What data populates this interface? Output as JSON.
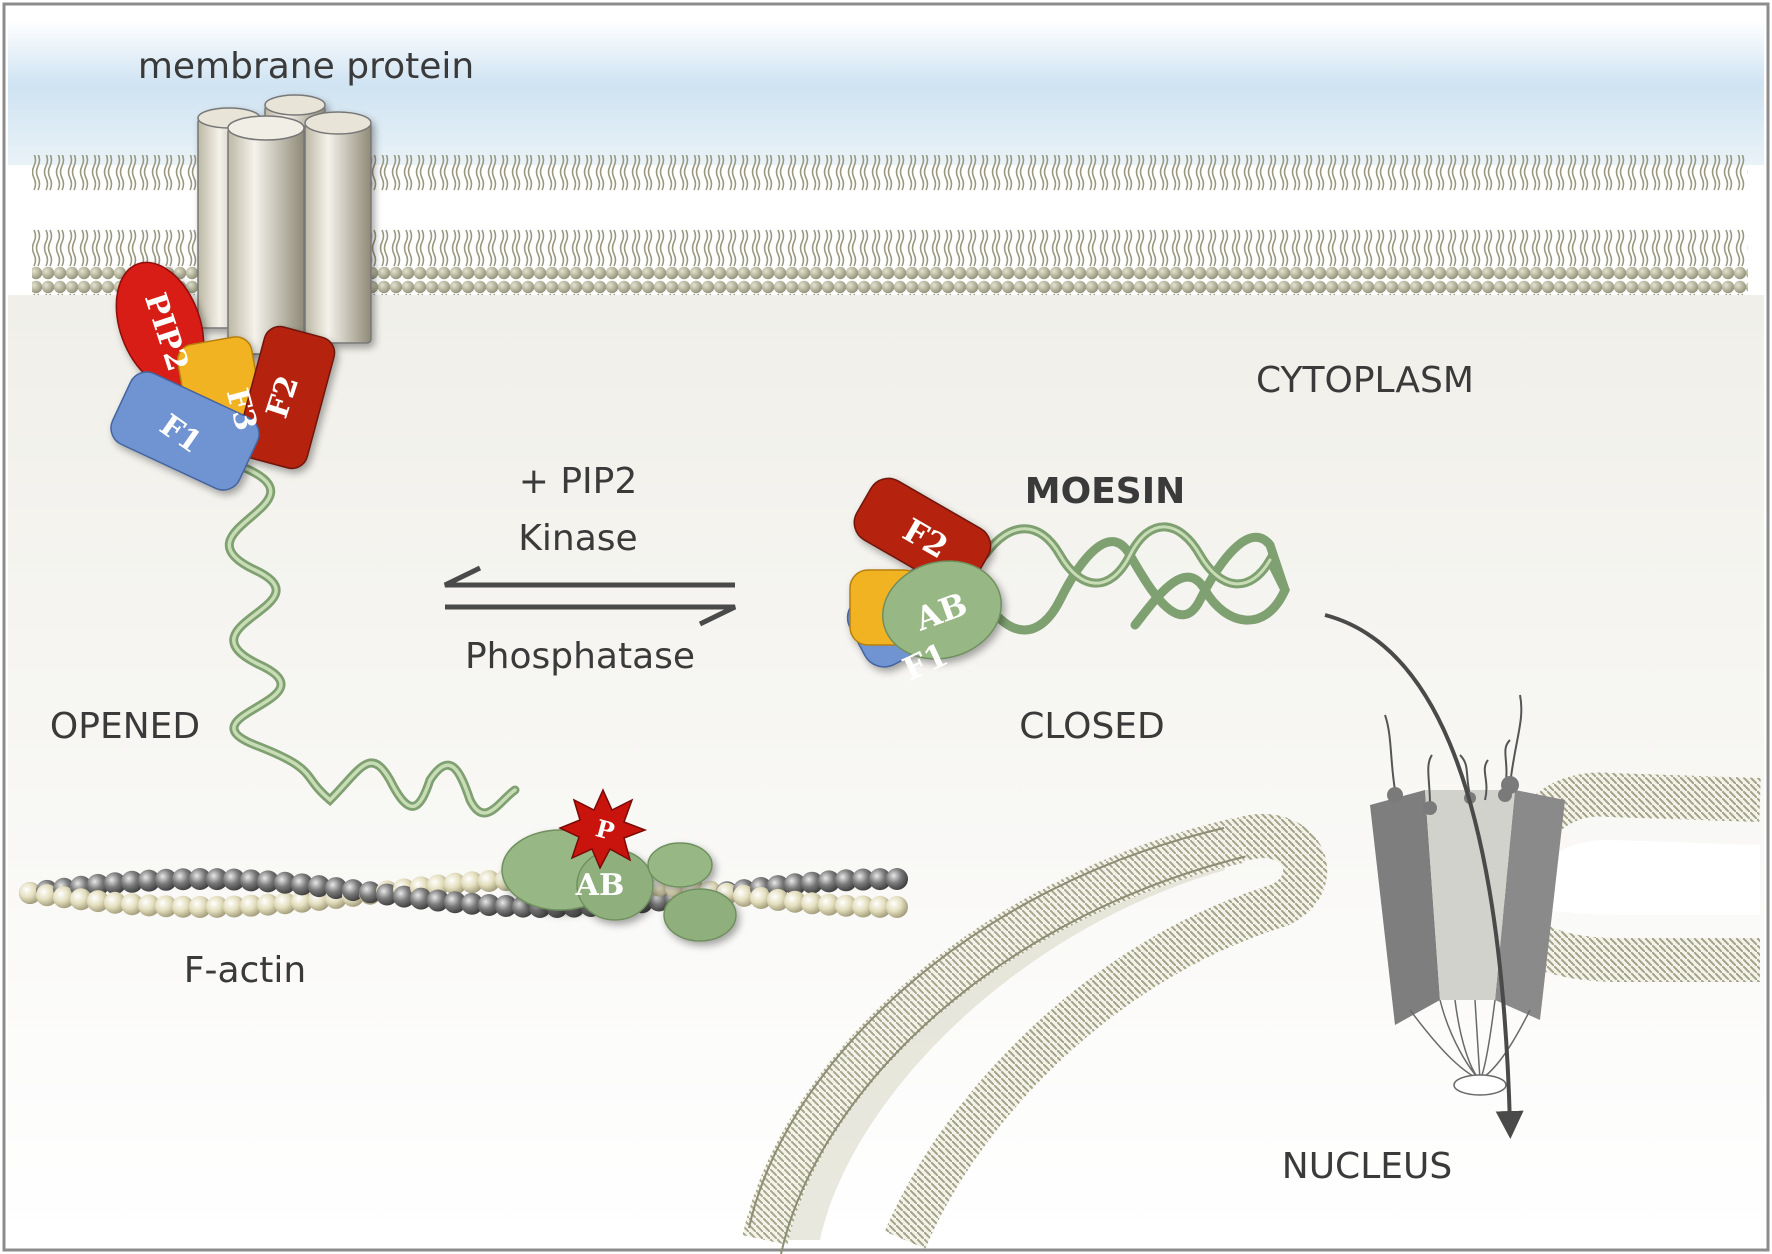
{
  "labels": {
    "membrane_protein": "membrane protein",
    "cytoplasm": "CYTOPLASM",
    "pip2_plus": "+ PIP2",
    "kinase": "Kinase",
    "phosphatase": "Phosphatase",
    "moesin": "MOESIN",
    "closed": "CLOSED",
    "opened": "OPENED",
    "f_actin": "F-actin",
    "nucleus": "NUCLEUS"
  },
  "domains": {
    "pip2": "PIP2",
    "f1": "F1",
    "f2": "F2",
    "f3": "F3",
    "ab": "AB",
    "p": "P"
  },
  "colors": {
    "f1": "#6f93d2",
    "f2": "#b5240f",
    "f3": "#f1b323",
    "pip2": "#d81c12",
    "ab": "#97b784",
    "lipid": "#a6a58a",
    "actin_light": "#dcd6b2",
    "actin_dark": "#6e6e6e",
    "arrow": "#4a4a4a"
  }
}
